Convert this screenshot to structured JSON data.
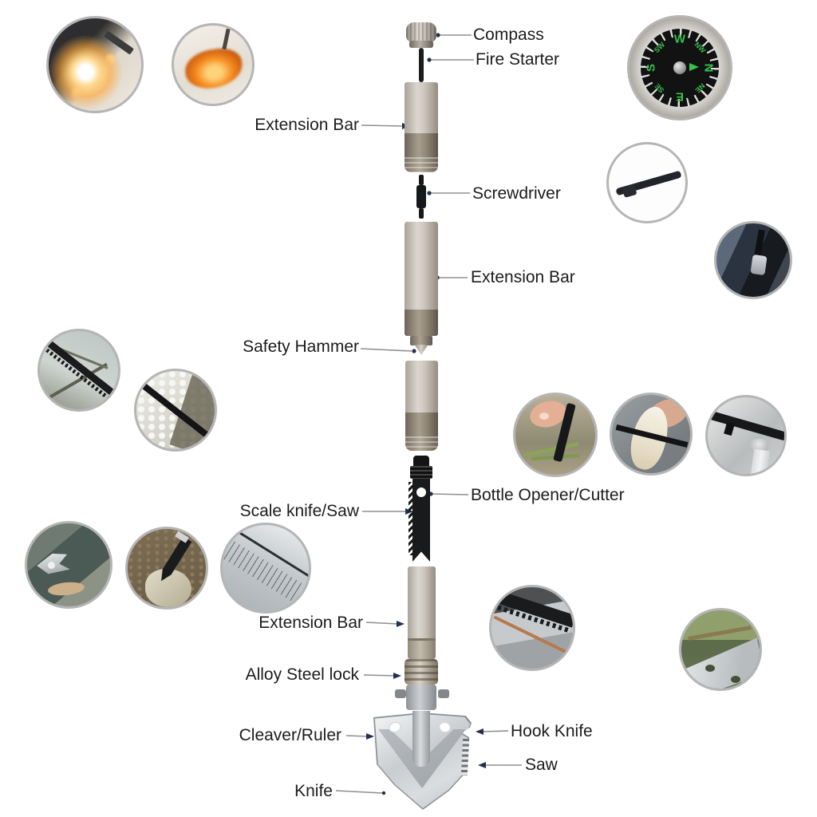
{
  "diagram": {
    "type": "product-exploded-diagram",
    "labels": [
      {
        "id": "compass",
        "text": "Compass"
      },
      {
        "id": "fire-starter",
        "text": "Fire Starter"
      },
      {
        "id": "extension-bar-top",
        "text": "Extension Bar"
      },
      {
        "id": "screwdriver",
        "text": "Screwdriver"
      },
      {
        "id": "extension-bar-middle",
        "text": "Extension Bar"
      },
      {
        "id": "safety-hammer",
        "text": "Safety Hammer"
      },
      {
        "id": "bottle-opener-cutter",
        "text": "Bottle Opener/Cutter"
      },
      {
        "id": "scale-knife-saw",
        "text": "Scale knife/Saw"
      },
      {
        "id": "extension-bar-bottom",
        "text": "Extension Bar"
      },
      {
        "id": "alloy-steel-lock",
        "text": "Alloy Steel lock"
      },
      {
        "id": "cleaver-ruler",
        "text": "Cleaver/Ruler"
      },
      {
        "id": "hook-knife",
        "text": "Hook Knife"
      },
      {
        "id": "saw",
        "text": "Saw"
      },
      {
        "id": "knife",
        "text": "Knife"
      }
    ],
    "compass_dial": {
      "letters": [
        "W",
        "NW",
        "N",
        "NE",
        "E",
        "SE",
        "S",
        "SW"
      ],
      "letter_color": "#35c24b"
    },
    "photos": [
      {
        "name": "fire-starter-sparks"
      },
      {
        "name": "fire-burning-tinder"
      },
      {
        "name": "compass-face"
      },
      {
        "name": "screwdriver-bit"
      },
      {
        "name": "screwdriver-in-use"
      },
      {
        "name": "saw-cutting-wood"
      },
      {
        "name": "scale-knife-on-fish"
      },
      {
        "name": "cutter-in-hand"
      },
      {
        "name": "knife-cutting-shoot"
      },
      {
        "name": "bottle-opener-on-bottle"
      },
      {
        "name": "ruler-scale-closeup"
      },
      {
        "name": "hook-knife-on-wood"
      },
      {
        "name": "knife-in-ground"
      },
      {
        "name": "saw-blade-closeup"
      },
      {
        "name": "shovel-edge-in-use"
      }
    ],
    "colors": {
      "background": "#ffffff",
      "label_text": "#1c1c1c",
      "leader_line": "#8f8f8f",
      "leader_marker": "#24304e",
      "photo_ring": "#b5b5b5",
      "bar_light": "#cdc8bf",
      "bar_dark": "#8f8678",
      "black_part": "#191919",
      "shovel_silver": "#d4d7da",
      "compass_green": "#35c24b"
    }
  }
}
